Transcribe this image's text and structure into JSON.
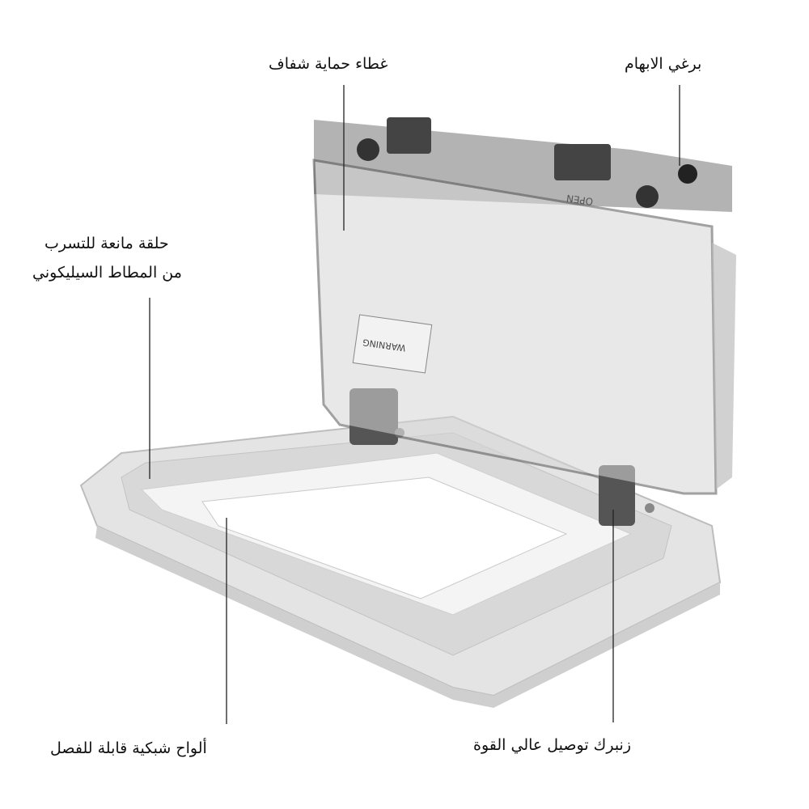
{
  "labels": {
    "cover": "غطاء حماية شفاف",
    "thumb_screw": "برغي الابهام",
    "seal_line1": "حلقة مانعة للتسرب",
    "seal_line2": "من المطاط السيليكوني",
    "plates": "ألواح شبكية قابلة للفصل",
    "spring": "زنبرك توصيل عالي القوة"
  },
  "product_markings": {
    "warning": "WARNING",
    "open": "OPEN"
  }
}
